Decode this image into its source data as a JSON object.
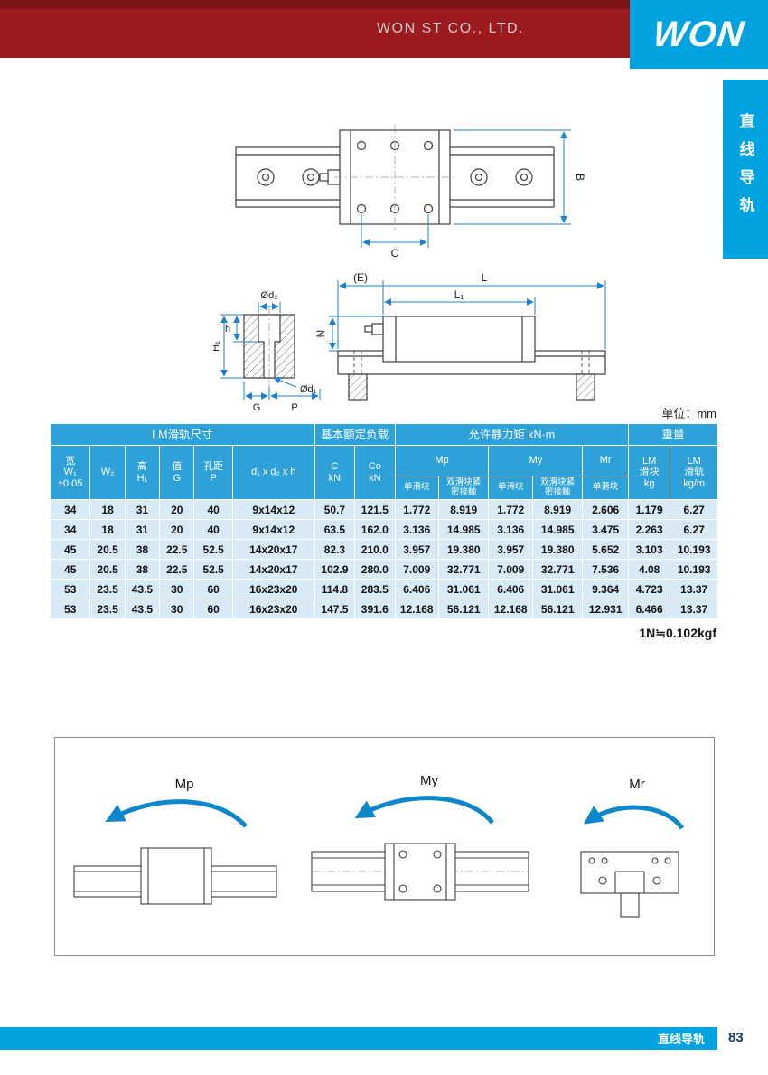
{
  "header": {
    "company": "WON ST CO., LTD.",
    "logo": "WON"
  },
  "side_tab": {
    "text": "直线导轨"
  },
  "unit_note": "单位：mm",
  "plan_drawing": {
    "dim_b": "B",
    "dim_c": "C"
  },
  "side_drawing": {
    "dim_e": "(E)",
    "dim_l": "L",
    "dim_l1": "L₁",
    "dim_n": "N",
    "dim_d2": "Ød₂",
    "dim_h": "h",
    "dim_h1": "H₁",
    "dim_d1": "Ød₁",
    "dim_g": "G",
    "dim_p": "P"
  },
  "table": {
    "groups": [
      "LM滑轨尺寸",
      "基本额定负载",
      "允许静力矩 kN·m",
      "重量"
    ],
    "cols": {
      "w1": "宽\nW₁\n±0.05",
      "w2": "W₂",
      "h1": "高\nH₁",
      "g": "值\nG",
      "p": "孔距\nP",
      "dxh": "d₁ x d₂ x h",
      "c": "C\nkN",
      "co": "Co\nkN",
      "mp": "Mp",
      "my": "My",
      "mr": "Mr",
      "single": "单滑块",
      "double": "双滑块紧\n密接触",
      "lm_block": "LM\n滑块\nkg",
      "lm_rail": "LM\n滑轨\nkg/m"
    },
    "rows": [
      [
        "34",
        "18",
        "31",
        "20",
        "40",
        "9x14x12",
        "50.7",
        "121.5",
        "1.772",
        "8.919",
        "1.772",
        "8.919",
        "2.606",
        "1.179",
        "6.27"
      ],
      [
        "34",
        "18",
        "31",
        "20",
        "40",
        "9x14x12",
        "63.5",
        "162.0",
        "3.136",
        "14.985",
        "3.136",
        "14.985",
        "3.475",
        "2.263",
        "6.27"
      ],
      [
        "45",
        "20.5",
        "38",
        "22.5",
        "52.5",
        "14x20x17",
        "82.3",
        "210.0",
        "3.957",
        "19.380",
        "3.957",
        "19.380",
        "5.652",
        "3.103",
        "10.193"
      ],
      [
        "45",
        "20.5",
        "38",
        "22.5",
        "52.5",
        "14x20x17",
        "102.9",
        "280.0",
        "7.009",
        "32.771",
        "7.009",
        "32.771",
        "7.536",
        "4.08",
        "10.193"
      ],
      [
        "53",
        "23.5",
        "43.5",
        "30",
        "60",
        "16x23x20",
        "114.8",
        "283.5",
        "6.406",
        "31.061",
        "6.406",
        "31.061",
        "9.364",
        "4.723",
        "13.37"
      ],
      [
        "53",
        "23.5",
        "43.5",
        "30",
        "60",
        "16x23x20",
        "147.5",
        "391.6",
        "12.168",
        "56.121",
        "12.168",
        "56.121",
        "12.931",
        "6.466",
        "13.37"
      ]
    ]
  },
  "note": "1N≒0.102kgf",
  "moments": {
    "mp": "Mp",
    "my": "My",
    "mr": "Mr"
  },
  "footer": {
    "label": "直线导轨",
    "page": "83"
  }
}
